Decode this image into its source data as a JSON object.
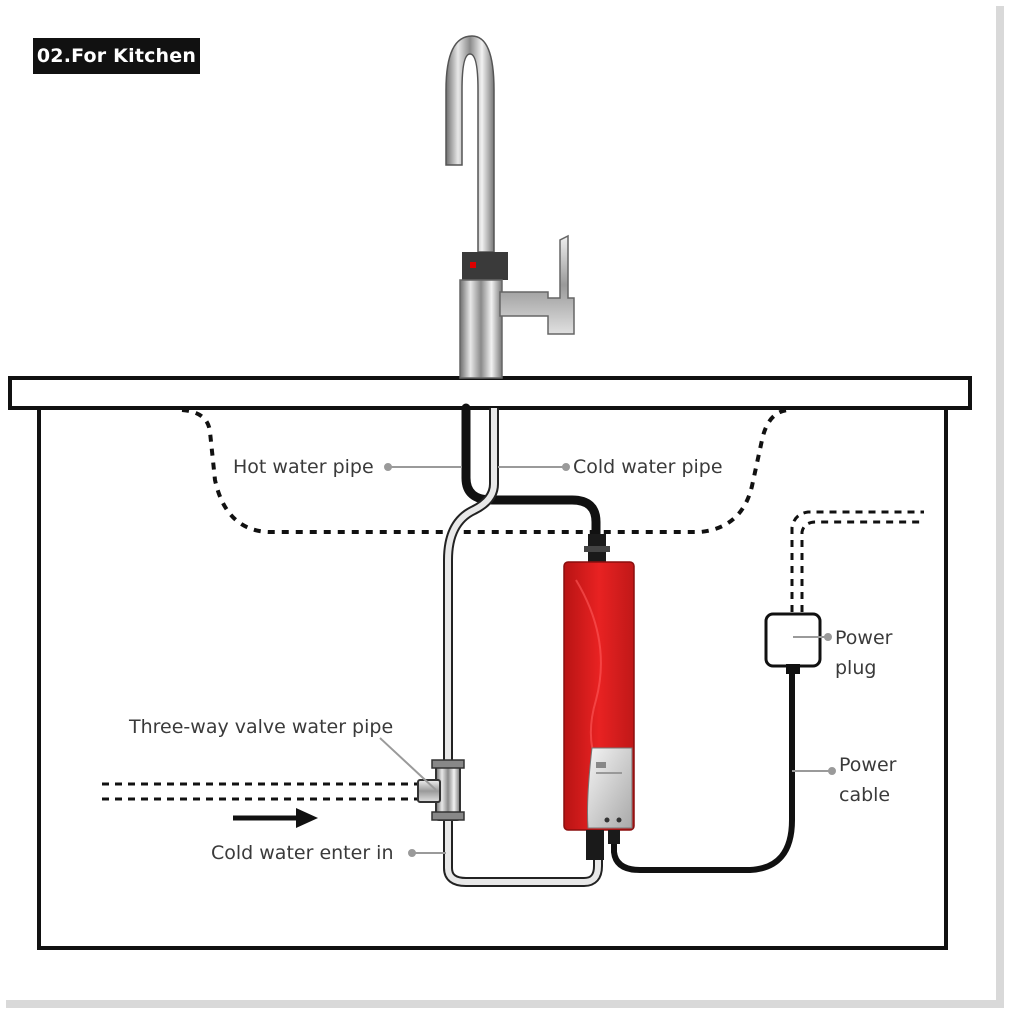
{
  "title": "02.For Kitchen",
  "labels": {
    "hot_water_pipe": "Hot water pipe",
    "cold_water_pipe": "Cold water pipe",
    "power_plug_line1": "Power",
    "power_plug_line2": "plug",
    "three_way_valve": "Three-way valve water pipe",
    "power_cable_line1": "Power",
    "power_cable_line2": "cable",
    "cold_water_enter": "Cold water enter in"
  },
  "colors": {
    "heater": "#e02020",
    "outline": "#111111",
    "pipe_gray": "#9a9a9a",
    "label": "#3a3a3a"
  }
}
